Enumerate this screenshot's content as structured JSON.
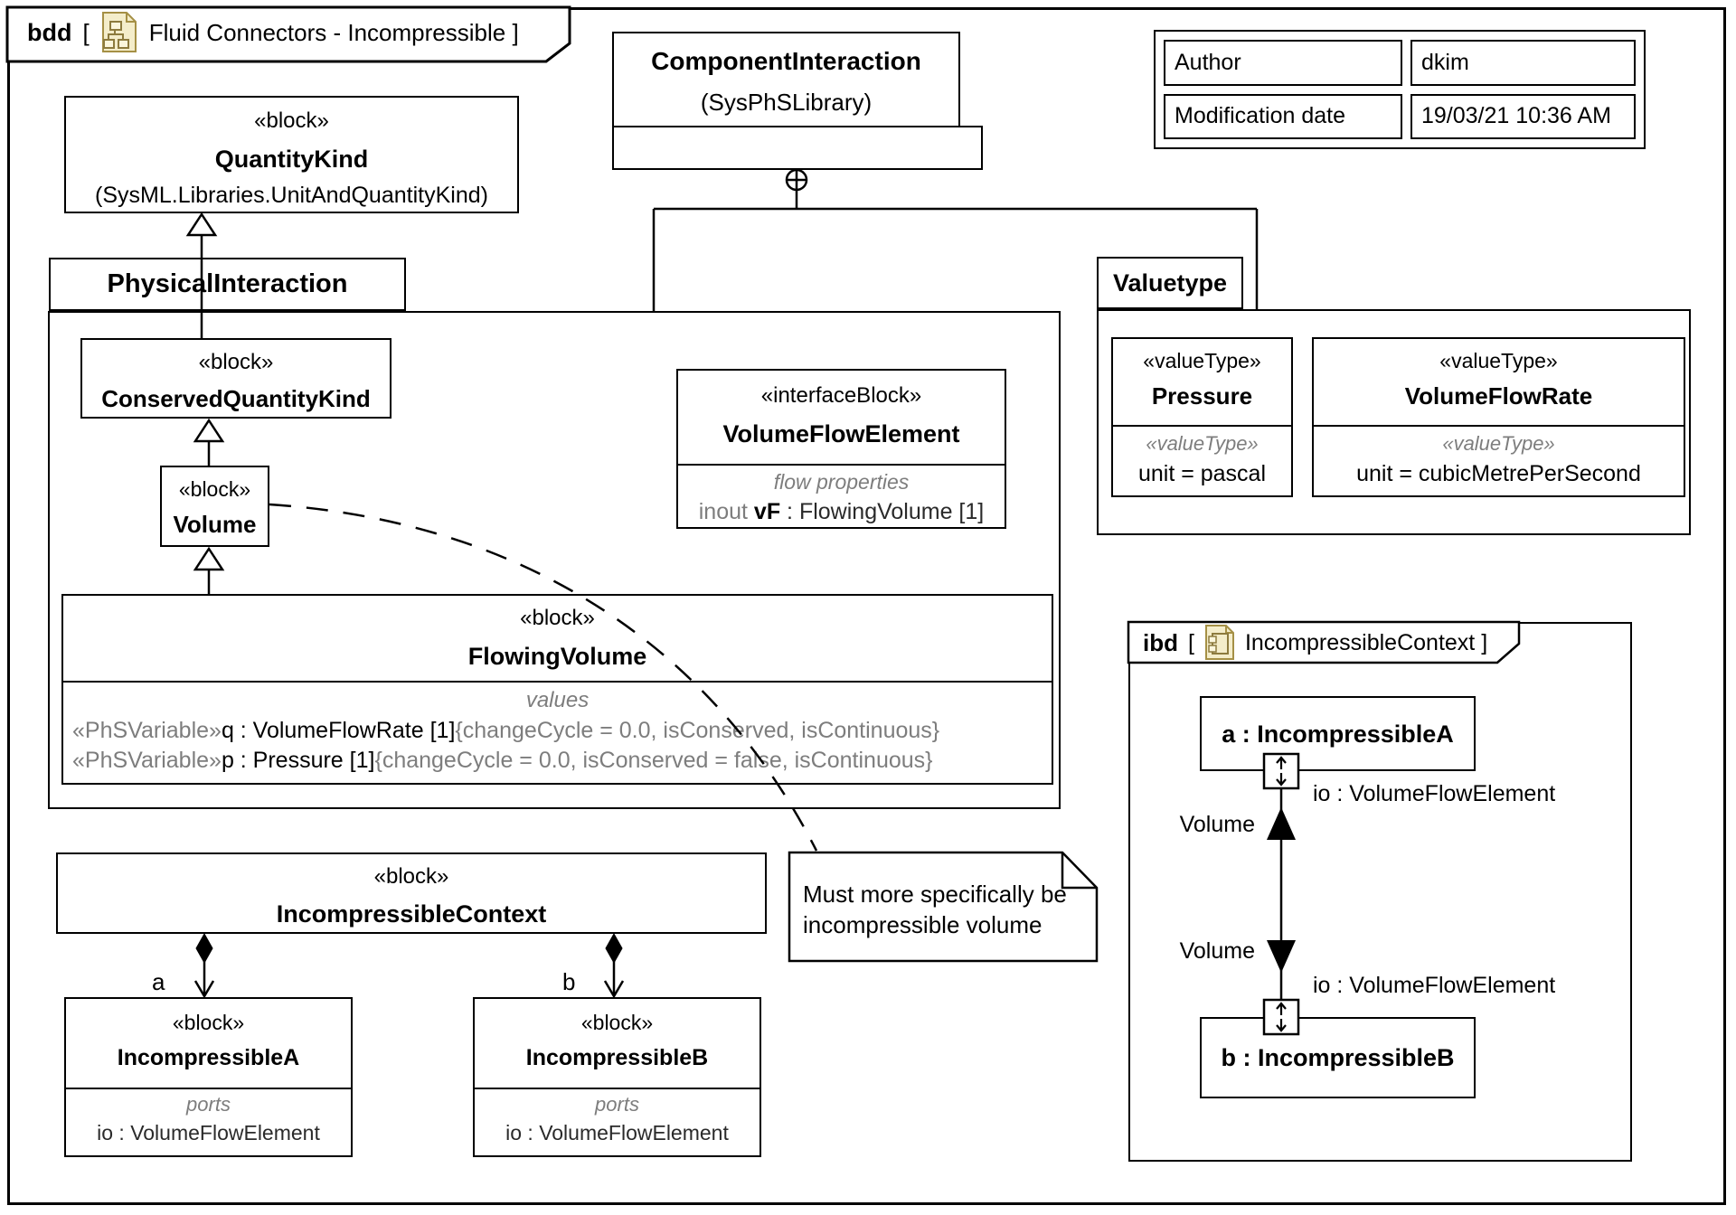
{
  "frame": {
    "tab_keyword": "bdd",
    "bracket_open": "[",
    "title": "Fluid Connectors - Incompressible",
    "bracket_close": "]"
  },
  "annotation_table": {
    "rows": [
      {
        "label": "Author",
        "value": "dkim"
      },
      {
        "label": "Modification date",
        "value": "19/03/21 10:36 AM"
      }
    ]
  },
  "blocks": {
    "quantity_kind": {
      "stereotype": "«block»",
      "name": "QuantityKind",
      "library": "(SysML.Libraries.UnitAndQuantityKind)"
    },
    "component_interaction": {
      "name": "ComponentInteraction",
      "library": "(SysPhSLibrary)"
    },
    "physical_interaction": {
      "name": "PhysicalInteraction"
    },
    "conserved_quantity_kind": {
      "stereotype": "«block»",
      "name": "ConservedQuantityKind"
    },
    "volume": {
      "stereotype": "«block»",
      "name": "Volume"
    },
    "flowing_volume": {
      "stereotype": "«block»",
      "name": "FlowingVolume",
      "compartment_label": "values",
      "values": [
        {
          "stereotype": "«PhSVariable»",
          "declaration": "q : VolumeFlowRate [1]",
          "constraints": "{changeCycle = 0.0, isConserved, isContinuous}"
        },
        {
          "stereotype": "«PhSVariable»",
          "declaration": "p : Pressure [1]",
          "constraints": "{changeCycle = 0.0, isConserved = false, isContinuous}"
        }
      ]
    },
    "volume_flow_element": {
      "stereotype": "«interfaceBlock»",
      "name": "VolumeFlowElement",
      "compartment_label": "flow properties",
      "flow_direction": "inout",
      "flow_name": "vF",
      "flow_type": " : FlowingVolume [1]"
    },
    "valuetype_package": {
      "name": "Valuetype"
    },
    "pressure": {
      "stereotype": "«valueType»",
      "name": "Pressure",
      "compartment_stereotype": "«valueType»",
      "unit": "unit = pascal"
    },
    "volume_flow_rate": {
      "stereotype": "«valueType»",
      "name": "VolumeFlowRate",
      "compartment_stereotype": "«valueType»",
      "unit": "unit = cubicMetrePerSecond"
    },
    "incompressible_context": {
      "stereotype": "«block»",
      "name": "IncompressibleContext"
    },
    "incompressible_a": {
      "stereotype": "«block»",
      "name": "IncompressibleA",
      "compartment_label": "ports",
      "port": "io : VolumeFlowElement"
    },
    "incompressible_b": {
      "stereotype": "«block»",
      "name": "IncompressibleB",
      "compartment_label": "ports",
      "port": "io : VolumeFlowElement"
    }
  },
  "connectors": {
    "part_a_label": "a",
    "part_b_label": "b"
  },
  "note": {
    "line1": "Must more specifically be",
    "line2": "incompressible volume"
  },
  "ibd": {
    "tab_keyword": "ibd",
    "bracket_open": "[",
    "title": "IncompressibleContext",
    "bracket_close": "]",
    "part_a": "a : IncompressibleA",
    "part_b": "b : IncompressibleB",
    "port_a_label": "io : VolumeFlowElement",
    "port_b_label": "io : VolumeFlowElement",
    "connector_label_top": "Volume",
    "connector_label_bottom": "Volume"
  },
  "colors": {
    "gray_text": "#7d7d7d",
    "line": "#000000",
    "icon_fill": "#f4edca",
    "icon_border": "#a59045"
  }
}
